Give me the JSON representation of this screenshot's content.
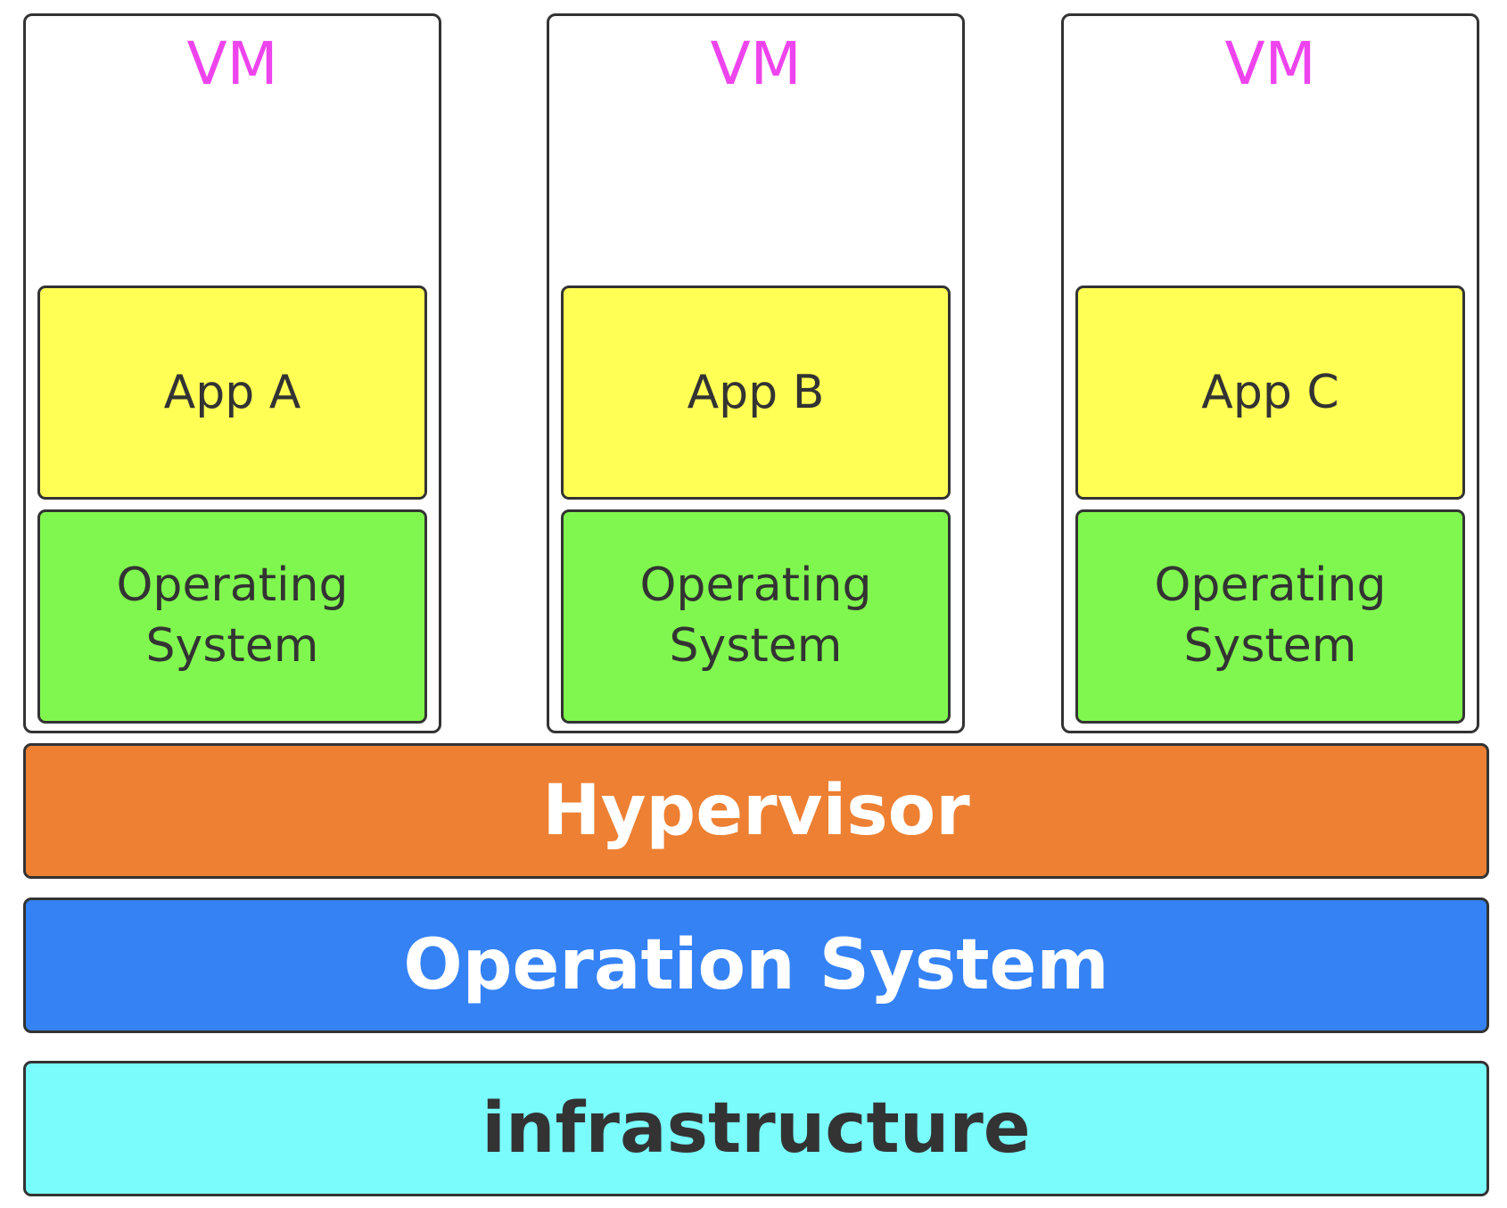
{
  "diagram": {
    "vms": [
      {
        "label": "VM",
        "app": "App A",
        "os_line1": "Operating",
        "os_line2": "System"
      },
      {
        "label": "VM",
        "app": "App B",
        "os_line1": "Operating",
        "os_line2": "System"
      },
      {
        "label": "VM",
        "app": "App C",
        "os_line1": "Operating",
        "os_line2": "System"
      }
    ],
    "layers": {
      "hypervisor": "Hypervisor",
      "host_os": "Operation System",
      "infrastructure": "infrastructure"
    },
    "colors": {
      "vm_label": "#ee44ee",
      "app": "#ffff55",
      "guest_os": "#80f74e",
      "hypervisor": "#ed8033",
      "host_os": "#3582f5",
      "infrastructure": "#7afbfc",
      "border": "#333333"
    }
  }
}
